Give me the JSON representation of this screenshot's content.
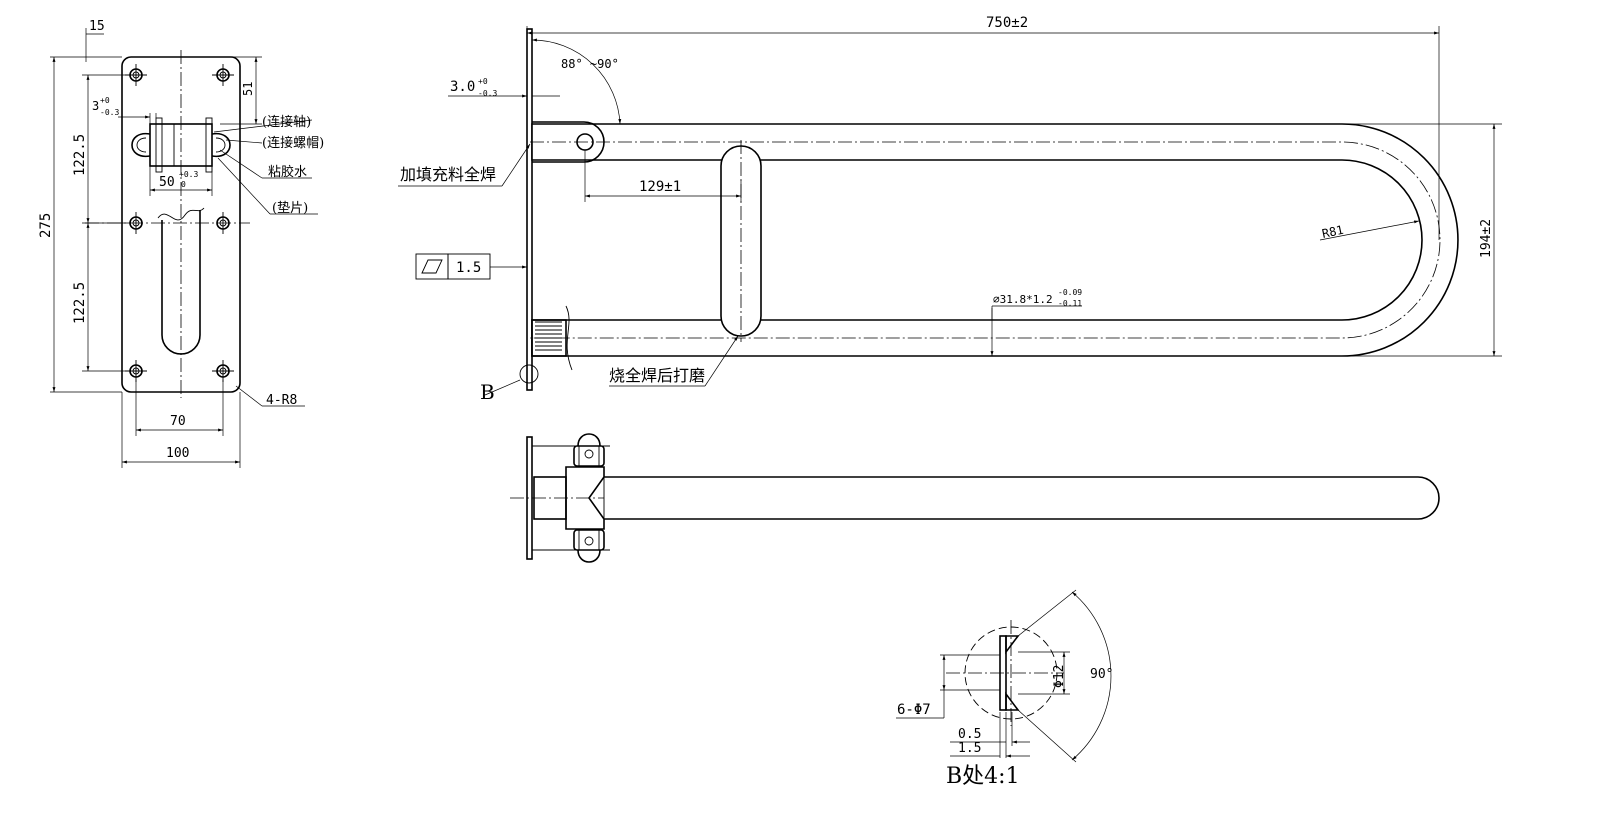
{
  "front_view": {
    "dim_15": "15",
    "dim_275": "275",
    "dim_122_5_upper": "122.5",
    "dim_122_5_lower": "122.5",
    "dim_51": "51",
    "dim_3_base": "3",
    "dim_3_tol_upper": "+0",
    "dim_3_tol_lower": "-0.3",
    "dim_50_base": "50",
    "dim_50_tol_upper": "+0.3",
    "dim_50_tol_lower": "0",
    "dim_70": "70",
    "dim_100": "100",
    "dim_corner_radius": "4-R8",
    "label_shaft": "(连接轴)",
    "label_nut": "(连接螺帽)",
    "label_glue": "粘胶水",
    "label_washer": "(垫片)"
  },
  "side_view": {
    "dim_750": "750±2",
    "dim_angle": "88° ~90°",
    "dim_plate_thk_base": "3.0",
    "dim_plate_thk_upper": "+0",
    "dim_plate_thk_lower": "-0.3",
    "label_fill_weld": "加填充料全焊",
    "dim_129": "129±1",
    "dim_r81": "R81",
    "dim_194": "194±2",
    "flatness_value": "1.5",
    "dim_tube_base": "⌀31.8*1.2",
    "dim_tube_upper": "-0.09",
    "dim_tube_lower": "-0.11",
    "label_grind": "烧全焊后打磨",
    "detail_marker": "B"
  },
  "detail_b": {
    "dim_holes": "6-Φ7",
    "dim_phi12": "Φ12",
    "dim_90": "90°",
    "dim_0_5": "0.5",
    "dim_1_5": "1.5",
    "title": "B处4:1"
  }
}
